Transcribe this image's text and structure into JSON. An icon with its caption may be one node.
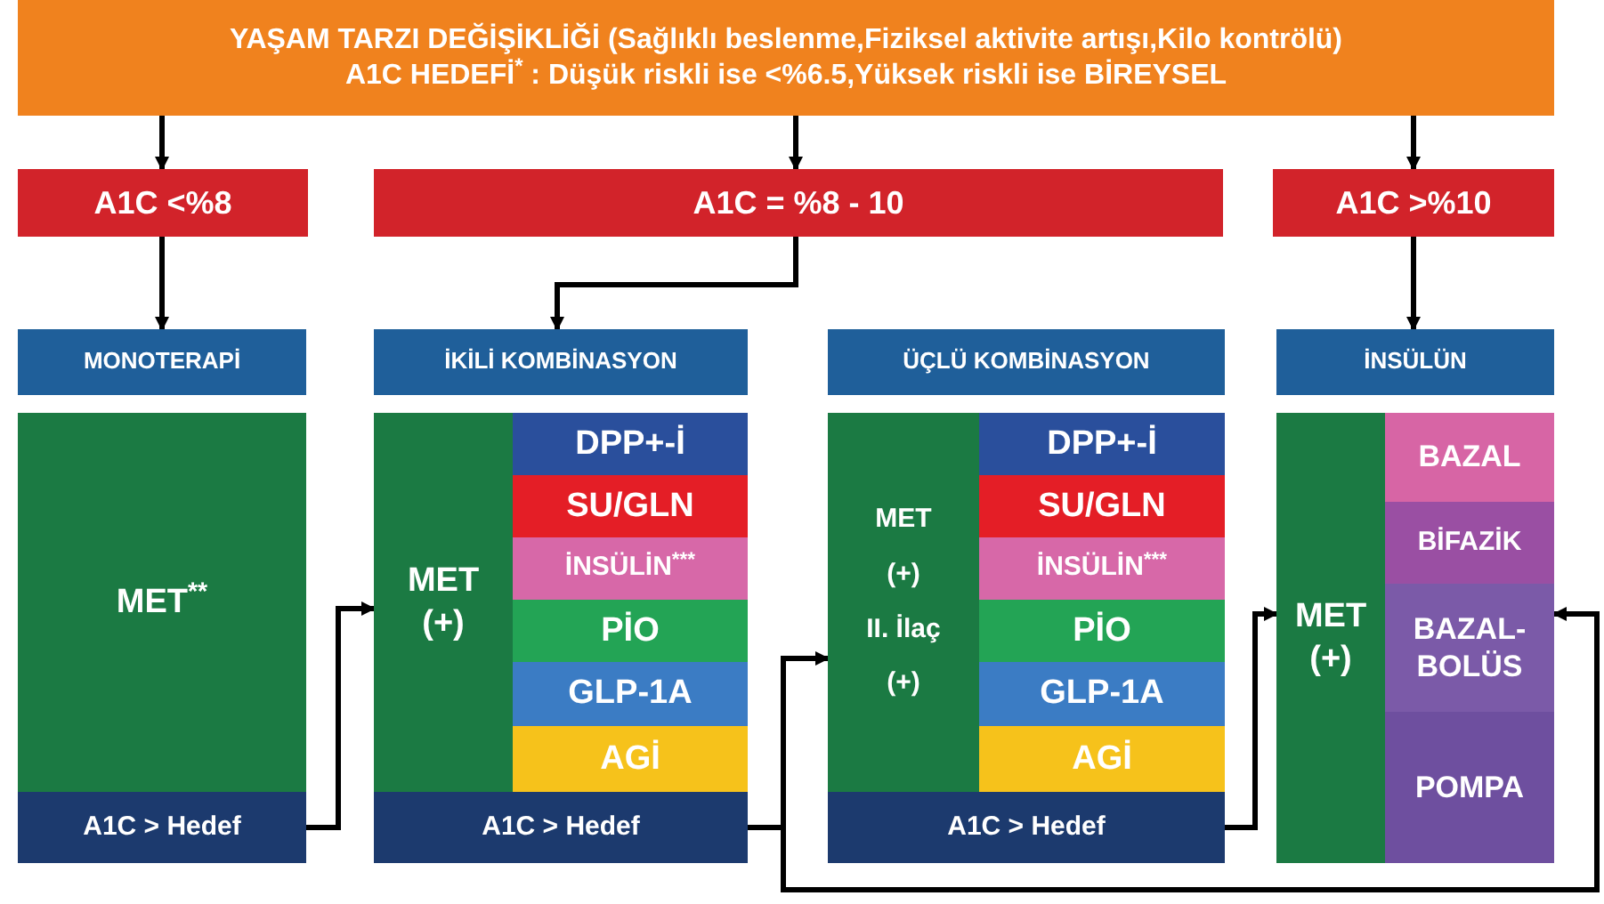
{
  "diagram": {
    "nodes": [
      {
        "text": [
          "YAŞAM TARZI DEĞİŞİKLİĞİ (Sağlıklı beslenme,Fiziksel aktivite artışı,Kilo kontrölü)",
          "A1C HEDEFİ$^{*}$ : Düşük riskli ise <%6.5,Yüksek riskli ise BİREYSEL"
        ]
      },
      {
        "text": [
          "A1C <%8"
        ]
      },
      {
        "text": [
          "A1C = %8 - 10"
        ]
      },
      {
        "text": [
          "A1C >%10"
        ]
      },
      {
        "text": [
          "MONOTERAPİ"
        ]
      },
      {
        "text": [
          "İKİLİ KOMBİNASYON"
        ]
      },
      {
        "text": [
          "ÜÇLÜ KOMBİNASYON"
        ]
      },
      {
        "text": [
          "İNSÜLÜN"
        ]
      },
      {
        "text": [
          "MET$^{**}$"
        ]
      },
      {
        "text": [
          "A1C > Hedef"
        ]
      },
      {
        "text": [
          "MET",
          "(+)"
        ]
      },
      {
        "text": [
          "DPP+-İ"
        ]
      },
      {
        "text": [
          "SU/GLN"
        ]
      },
      {
        "text": [
          "İNSÜLİN$^{***}$"
        ]
      },
      {
        "text": [
          "PİO"
        ]
      },
      {
        "text": [
          "GLP-1A"
        ]
      },
      {
        "text": [
          "AGİ"
        ]
      },
      {
        "text": [
          "A1C > Hedef"
        ]
      },
      {
        "text": [
          "MET",
          "(+)",
          "II. İlaç",
          "(+)"
        ]
      },
      {
        "text": [
          "DPP+-İ"
        ]
      },
      {
        "text": [
          "SU/GLN"
        ]
      },
      {
        "text": [
          "İNSÜLİN$^{***}$"
        ]
      },
      {
        "text": [
          "PİO"
        ]
      },
      {
        "text": [
          "GLP-1A"
        ]
      },
      {
        "text": [
          "AGİ"
        ]
      },
      {
        "text": [
          "A1C > Hedef"
        ]
      },
      {
        "text": [
          "MET",
          "(+)"
        ]
      },
      {
        "text": [
          "BAZAL"
        ]
      },
      {
        "text": [
          "BİFAZİK"
        ]
      },
      {
        "text": [
          "BAZAL-BOLÜS"
        ]
      },
      {
        "text": [
          "POMPA"
        ]
      }
    ],
    "edges": [
      {
        "from": 0,
        "to": 1,
        "arrow": "to"
      },
      {
        "from": 0,
        "to": 2,
        "arrow": "to"
      },
      {
        "from": 0,
        "to": 3,
        "arrow": "to"
      },
      {
        "from": 1,
        "to": 4,
        "arrow": "to"
      },
      {
        "from": 2,
        "to": 5,
        "arrow": "to"
      },
      {
        "from": 3,
        "to": 7,
        "arrow": "to"
      },
      {
        "from": 9,
        "to": 10,
        "arrow": "to"
      },
      {
        "from": 17,
        "to": 18,
        "arrow": "to"
      },
      {
        "from": 17,
        "to": 29,
        "arrow": "to"
      },
      {
        "from": 25,
        "to": 26,
        "arrow": "to"
      }
    ]
  }
}
